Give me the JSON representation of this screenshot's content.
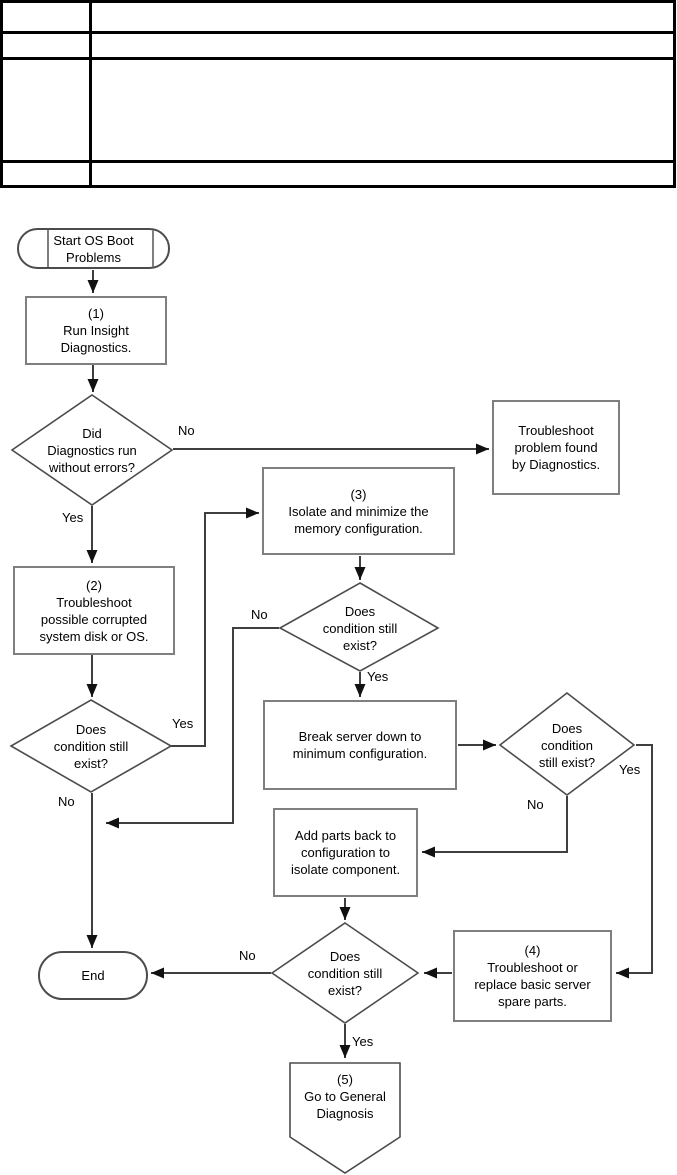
{
  "page": {
    "background": "#ffffff",
    "description": "OS boot problems troubleshooting flowchart below an empty four-row reference table"
  },
  "table": {
    "rows": [
      {
        "cells": [
          "",
          ""
        ]
      },
      {
        "cells": [
          "",
          ""
        ]
      },
      {
        "cells": [
          "",
          ""
        ]
      },
      {
        "cells": [
          "",
          ""
        ]
      }
    ]
  },
  "flowchart": {
    "nodes": {
      "start": {
        "type": "terminator",
        "label": "Start OS Boot\nProblems"
      },
      "step1": {
        "type": "process",
        "label": "(1)\nRun Insight\nDiagnostics."
      },
      "decision_diag": {
        "type": "decision",
        "label": "Did\nDiagnostics run\nwithout errors?"
      },
      "troubleshoot_found": {
        "type": "process",
        "label": "Troubleshoot\nproblem found\nby Diagnostics."
      },
      "step2": {
        "type": "process",
        "label": "(2)\nTroubleshoot\npossible corrupted\nsystem disk or OS."
      },
      "decision_cond1": {
        "type": "decision",
        "label": "Does\ncondition still\nexist?"
      },
      "step3": {
        "type": "process",
        "label": "(3)\nIsolate and minimize the\nmemory configuration."
      },
      "decision_cond2": {
        "type": "decision",
        "label": "Does\ncondition still\nexist?"
      },
      "break_server": {
        "type": "process",
        "label": "Break server down to\nminimum configuration."
      },
      "decision_cond3": {
        "type": "decision",
        "label": "Does\ncondition\nstill exist?"
      },
      "add_parts": {
        "type": "process",
        "label": "Add parts back to\nconfiguration to\nisolate component."
      },
      "step4": {
        "type": "process",
        "label": "(4)\nTroubleshoot or\nreplace basic server\nspare parts."
      },
      "decision_cond4": {
        "type": "decision",
        "label": "Does\ncondition still\nexist?"
      },
      "end": {
        "type": "terminator",
        "label": "End"
      },
      "step5": {
        "type": "offpage-connector",
        "label": "(5)\nGo to General\nDiagnosis"
      }
    },
    "edge_labels": {
      "yes": "Yes",
      "no": "No"
    }
  },
  "colors": {
    "connector_line": "#3f3f3f",
    "process_border": "#7f7f7f",
    "decision_border": "#4c4c4c",
    "arrowhead": "#111111",
    "table_border": "#000000",
    "text": "#000000",
    "background": "#ffffff"
  }
}
